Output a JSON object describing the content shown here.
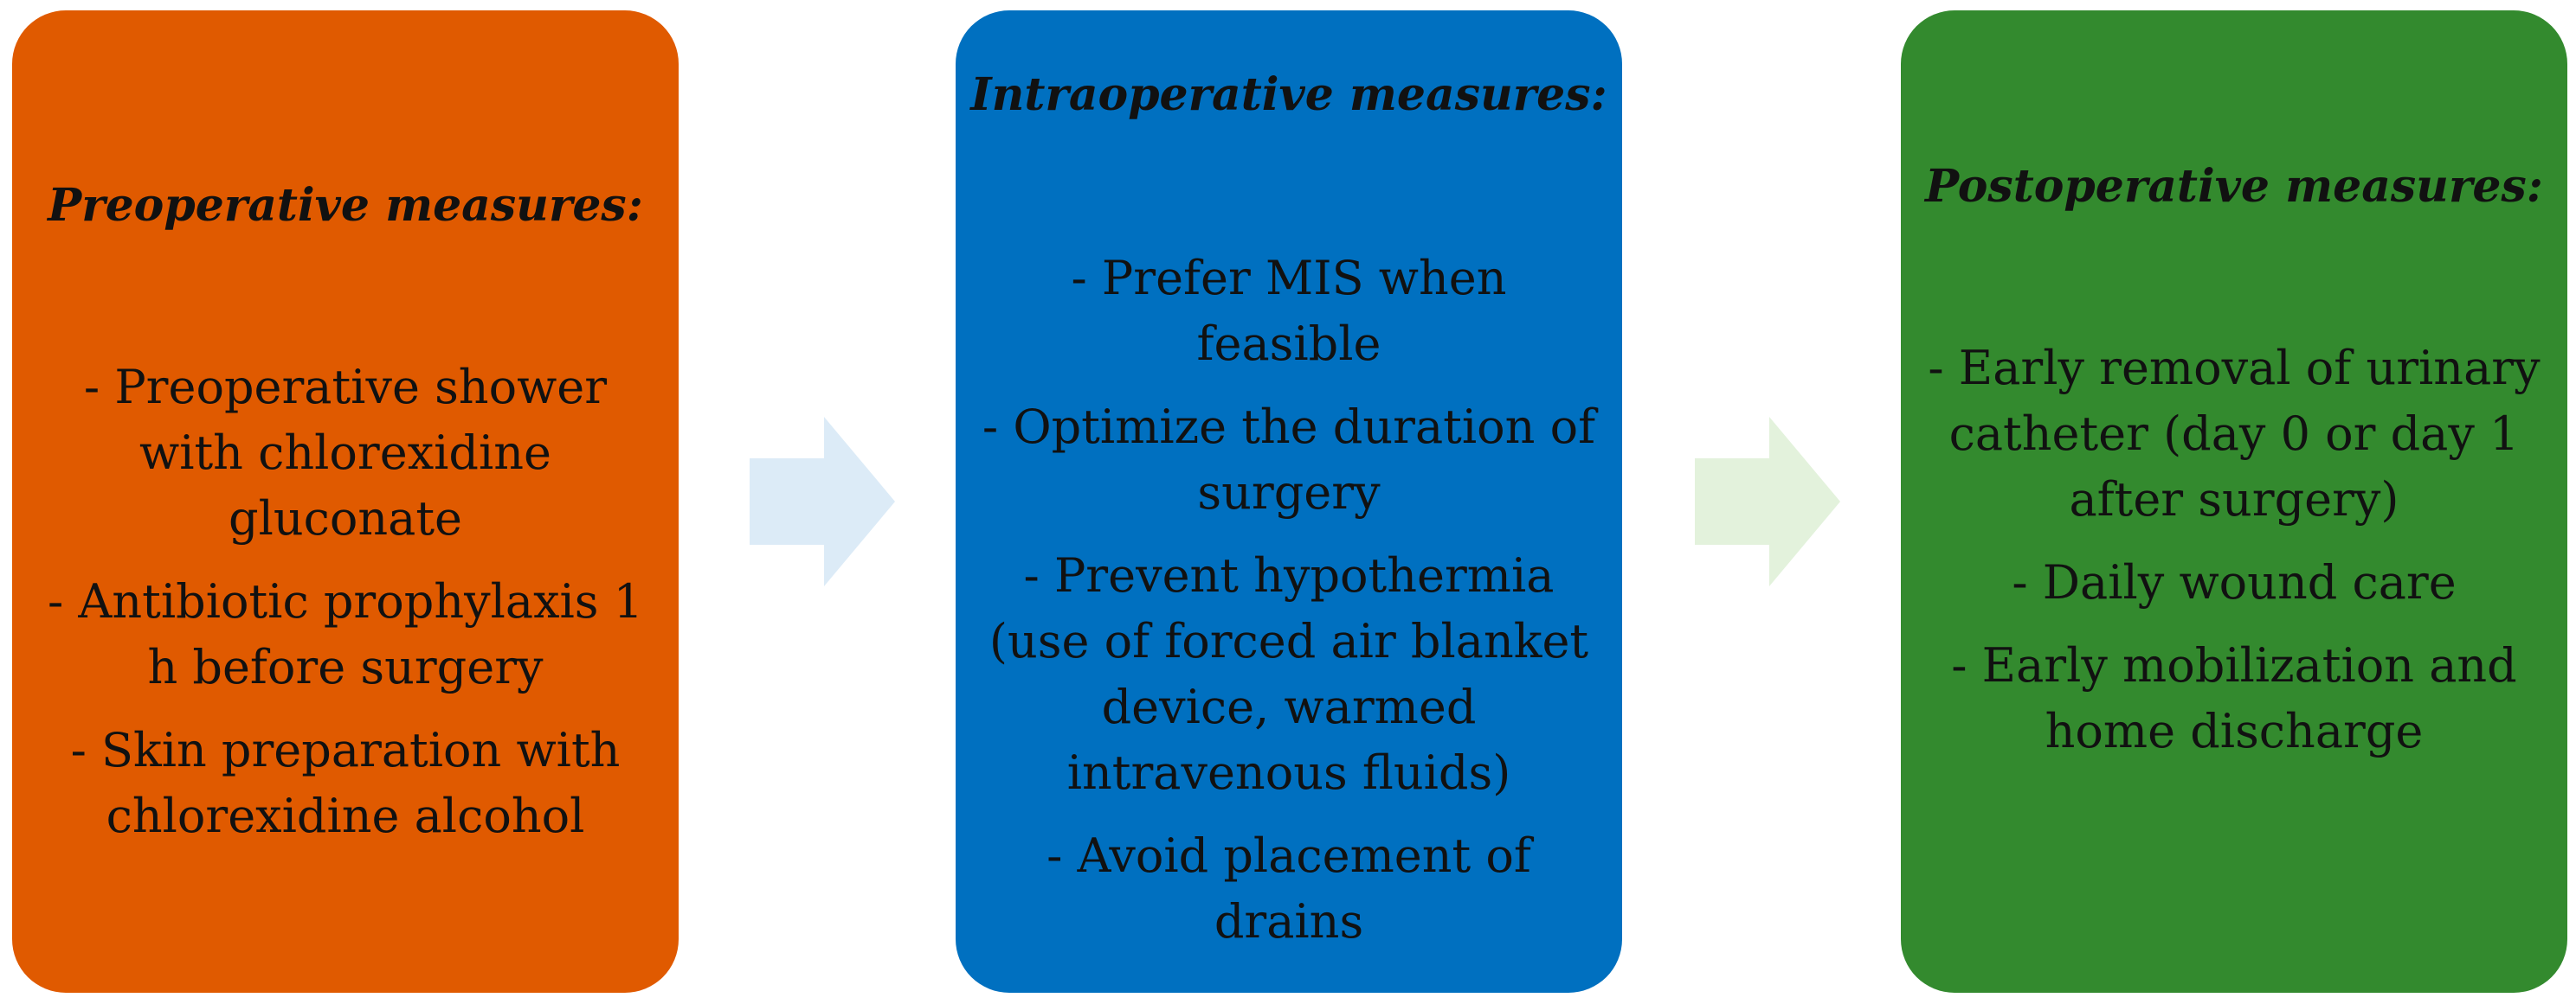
{
  "stages": [
    {
      "title": "Preoperative measures:",
      "color": "#e05a00",
      "items": [
        "- Preoperative shower with chlorexidine gluconate",
        "- Antibiotic prophylaxis 1 h before surgery",
        "- Skin preparation with chlorexidine alcohol"
      ]
    },
    {
      "title": "Intraoperative measures:",
      "color": "#0070c0",
      "items": [
        "- Prefer MIS when feasible",
        "- Optimize the duration of surgery",
        "- Prevent hypothermia (use of forced air blanket device, warmed intravenous fluids)",
        "- Avoid placement of drains"
      ]
    },
    {
      "title": "Postoperative measures:",
      "color": "#338a2e",
      "items": [
        "- Early removal of urinary catheter (day 0 or day 1 after surgery)",
        "- Daily wound care",
        "- Early mobilization and home discharge"
      ]
    }
  ],
  "arrows": [
    {
      "icon": "right-arrow-icon",
      "color": "#dcebf7"
    },
    {
      "icon": "right-arrow-icon",
      "color": "#e3f2dc"
    }
  ]
}
